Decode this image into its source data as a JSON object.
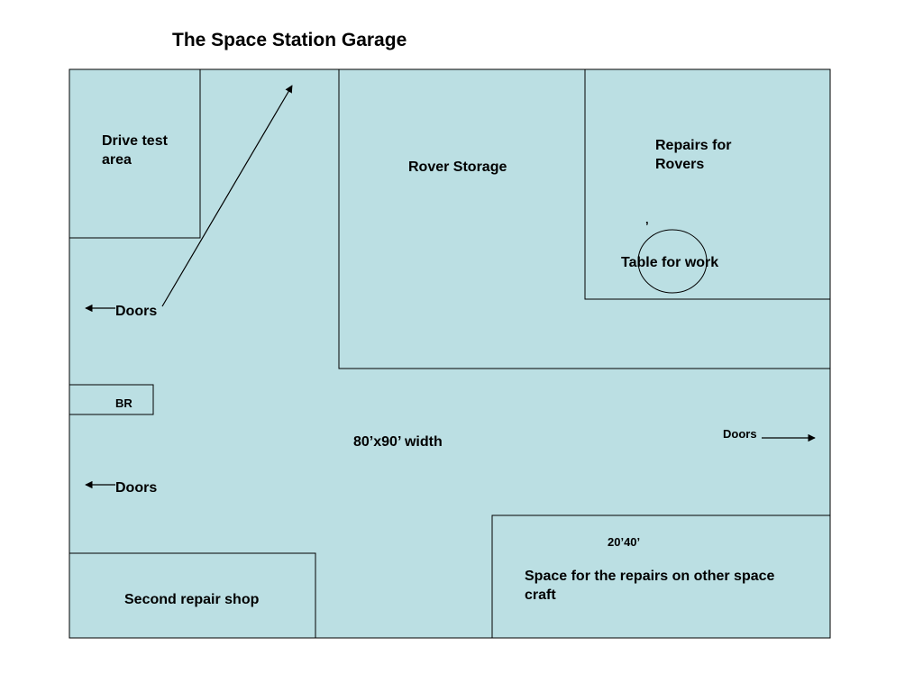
{
  "diagram": {
    "title": "The Space Station Garage",
    "colors": {
      "floor_fill": "#bbdfe3",
      "line": "#000000",
      "text": "#000000"
    },
    "rooms": {
      "drive_test_area": {
        "label_line1": "Drive test",
        "label_line2": "area"
      },
      "rover_storage": {
        "label": "Rover Storage"
      },
      "repairs_for_rovers": {
        "label_line1": "Repairs for",
        "label_line2": "Rovers",
        "mark": ",",
        "table_label": "Table for work"
      },
      "br": {
        "label": "BR"
      },
      "main_floor": {
        "dimension_label": "80’x90’ width"
      },
      "spacecraft_repair_space": {
        "dimension_label": "20’40’",
        "label_line1": "Space for the repairs on other space",
        "label_line2": "craft"
      },
      "second_repair_shop": {
        "label": "Second repair shop"
      }
    },
    "doors": {
      "upper_left": "Doors",
      "lower_left": "Doors",
      "right": "Doors"
    }
  }
}
